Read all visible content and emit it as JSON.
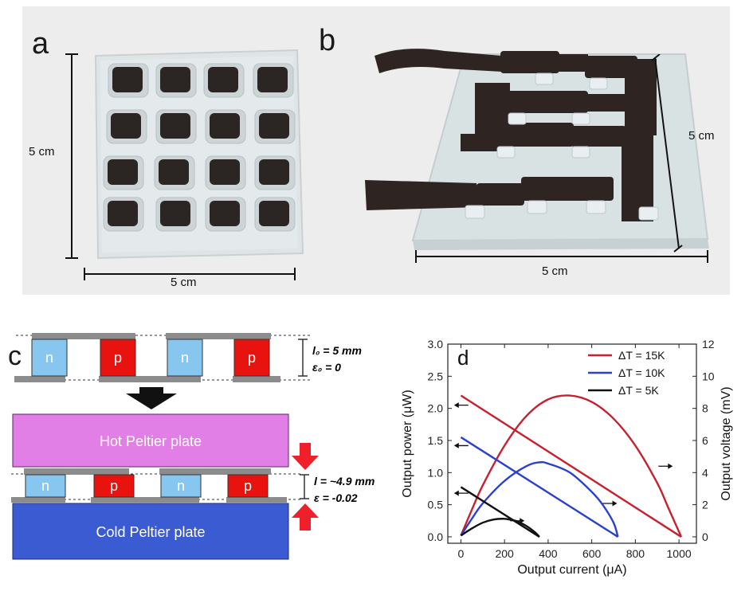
{
  "panel_a": {
    "letter": "a",
    "height_label": "5 cm",
    "width_label": "5 cm"
  },
  "panel_b": {
    "letter": "b",
    "height_label": "5 cm",
    "width_label": "5 cm"
  },
  "panel_c": {
    "letter": "c",
    "top": {
      "legs": [
        "n",
        "p",
        "n",
        "p"
      ],
      "length_label": "l₀ = 5 mm",
      "strain_label": "ε₀ = 0"
    },
    "hot_plate_label": "Hot Peltier plate",
    "cold_plate_label": "Cold Peltier plate",
    "bottom": {
      "legs": [
        "n",
        "p",
        "n",
        "p"
      ],
      "length_label": "l = ~4.9 mm",
      "strain_label": "ε = -0.02"
    },
    "colors": {
      "n_leg": "#87c6ee",
      "p_leg": "#e8120f",
      "hot_plate": "#e27fe6",
      "cold_plate": "#3b5bd2",
      "arrow": "#f0202a"
    }
  },
  "chart_data": {
    "type": "line",
    "panel_letter": "d",
    "xlabel": "Output current (μA)",
    "ylabel_left": "Output power (μW)",
    "ylabel_right": "Output voltage (mV)",
    "xlim": [
      -60,
      1080
    ],
    "ylim_left": [
      -0.1,
      3.0
    ],
    "ylim_right": [
      -0.4,
      12
    ],
    "x_ticks": [
      0,
      200,
      400,
      600,
      800,
      1000
    ],
    "y_ticks_left": [
      0.0,
      0.5,
      1.0,
      1.5,
      2.0,
      2.5,
      3.0
    ],
    "y_ticks_right": [
      0,
      2,
      4,
      6,
      8,
      10,
      12
    ],
    "legend_position": "top-right",
    "series": [
      {
        "name": "ΔT = 15K",
        "color": "#c8202e",
        "power": {
          "x": [
            0,
            50,
            100,
            200,
            300,
            400,
            500,
            600,
            700,
            800,
            900,
            950,
            1000,
            1010
          ],
          "y": [
            0.02,
            0.42,
            0.8,
            1.42,
            1.88,
            2.14,
            2.2,
            2.1,
            1.84,
            1.42,
            0.84,
            0.46,
            0.08,
            0.0
          ]
        },
        "voltage": {
          "x": [
            0,
            1010
          ],
          "y": [
            8.8,
            0.0
          ]
        }
      },
      {
        "name": "ΔT = 10K",
        "color": "#2a41cf",
        "power": {
          "x": [
            0,
            50,
            100,
            200,
            300,
            360,
            400,
            500,
            600,
            650,
            700,
            720
          ],
          "y": [
            0.02,
            0.28,
            0.52,
            0.87,
            1.1,
            1.16,
            1.14,
            1.0,
            0.7,
            0.5,
            0.22,
            0.0
          ]
        },
        "voltage": {
          "x": [
            0,
            720
          ],
          "y": [
            6.2,
            0.0
          ]
        }
      },
      {
        "name": "ΔT = 5K",
        "color": "#111111",
        "power": {
          "x": [
            0,
            50,
            100,
            150,
            200,
            250,
            300,
            340,
            360
          ],
          "y": [
            0.02,
            0.13,
            0.22,
            0.27,
            0.28,
            0.25,
            0.17,
            0.07,
            0.0
          ]
        },
        "voltage": {
          "x": [
            0,
            360
          ],
          "y": [
            3.1,
            0.0
          ]
        }
      }
    ],
    "axis_indicator_arrows": [
      {
        "series": "ΔT = 15K",
        "axis": "left",
        "x": 5,
        "y_left": 2.05
      },
      {
        "series": "ΔT = 15K",
        "axis": "right",
        "x": 935,
        "y_left": 1.1
      },
      {
        "series": "ΔT = 10K",
        "axis": "left",
        "x": 5,
        "y_left": 1.42
      },
      {
        "series": "ΔT = 10K",
        "axis": "right",
        "x": 680,
        "y_left": 0.52
      },
      {
        "series": "ΔT = 5K",
        "axis": "left",
        "x": 5,
        "y_left": 0.68
      },
      {
        "series": "ΔT = 5K",
        "axis": "right",
        "x": 255,
        "y_left": 0.25
      }
    ]
  }
}
